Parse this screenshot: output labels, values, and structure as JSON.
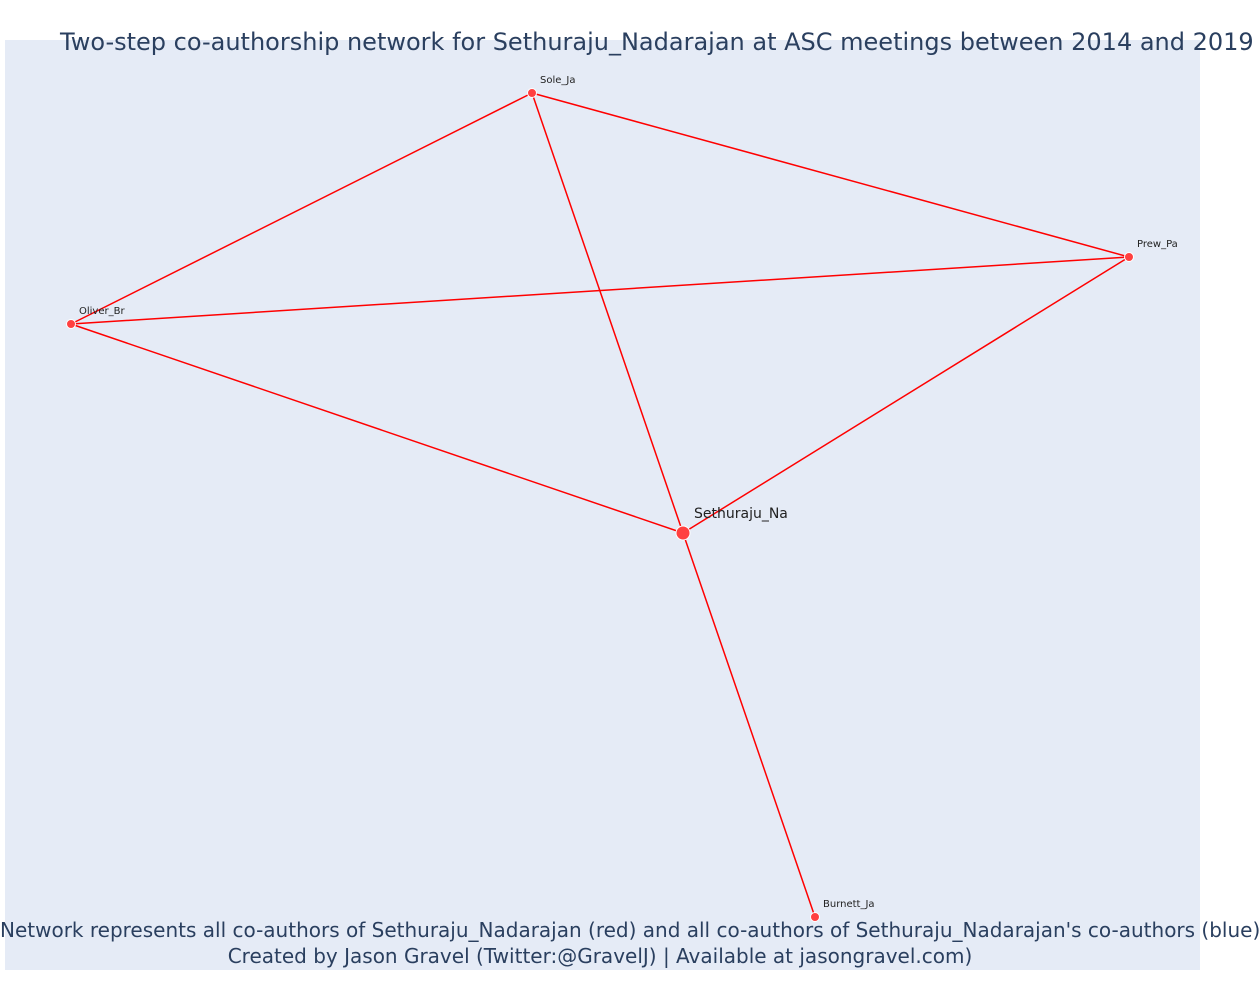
{
  "title": "Two-step co-authorship network for Sethuraju_Nadarajan at ASC meetings between 2014 and 2019",
  "caption_line1": "Network represents all co-authors of Sethuraju_Nadarajan (red) and all co-authors of Sethuraju_Nadarajan's co-authors (blue)",
  "caption_line2": "Created by Jason Gravel (Twitter:@GravelJ) | Available at jasongravel.com)",
  "colors": {
    "background": "#e5ebf6",
    "text": "#2a3f5f",
    "edge": "#ff0000",
    "node_fill": "#ff4040",
    "node_stroke": "#ffffff"
  },
  "nodes": [
    {
      "id": "Sole_Ja",
      "label": "Sole_Ja",
      "role": "co-author"
    },
    {
      "id": "Prew_Pa",
      "label": "Prew_Pa",
      "role": "co-author"
    },
    {
      "id": "Oliver_Br",
      "label": "Oliver_Br",
      "role": "co-author"
    },
    {
      "id": "Sethuraju_Na",
      "label": "Sethuraju_Na",
      "role": "focal"
    },
    {
      "id": "Burnett_Ja",
      "label": "Burnett_Ja",
      "role": "co-author"
    }
  ],
  "edges": [
    [
      "Sole_Ja",
      "Prew_Pa"
    ],
    [
      "Sole_Ja",
      "Oliver_Br"
    ],
    [
      "Sole_Ja",
      "Sethuraju_Na"
    ],
    [
      "Oliver_Br",
      "Prew_Pa"
    ],
    [
      "Oliver_Br",
      "Sethuraju_Na"
    ],
    [
      "Prew_Pa",
      "Sethuraju_Na"
    ],
    [
      "Sethuraju_Na",
      "Burnett_Ja"
    ]
  ]
}
